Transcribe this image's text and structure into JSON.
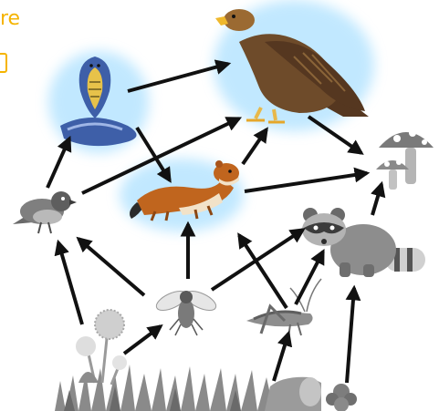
{
  "corner_text": "re",
  "colors": {
    "accent": "#f5b400",
    "arrow": "#111111",
    "glow": "#8fd6ff",
    "grey": "#8d8d8d",
    "grey_dark": "#5f5f5f",
    "grey_light": "#bdbdbd",
    "eagle_brown": "#6e4b2a",
    "stoat_orange": "#c0651e",
    "cobra_blue": "#3e5fa8",
    "cobra_yellow": "#e7c24a"
  },
  "organisms": [
    {
      "id": "eagle",
      "name": "golden eagle",
      "highlighted": true,
      "colored": true
    },
    {
      "id": "cobra",
      "name": "cobra",
      "highlighted": true,
      "colored": true
    },
    {
      "id": "stoat",
      "name": "stoat",
      "highlighted": true,
      "colored": true
    },
    {
      "id": "mushrooms",
      "name": "mushrooms",
      "highlighted": false,
      "colored": false
    },
    {
      "id": "sparrow",
      "name": "sparrow",
      "highlighted": false,
      "colored": false
    },
    {
      "id": "raccoon",
      "name": "raccoon",
      "highlighted": false,
      "colored": false
    },
    {
      "id": "fly",
      "name": "fly",
      "highlighted": false,
      "colored": false
    },
    {
      "id": "grasshopper",
      "name": "grasshopper",
      "highlighted": false,
      "colored": false
    },
    {
      "id": "dandelion",
      "name": "dandelion",
      "highlighted": false,
      "colored": false
    },
    {
      "id": "grass",
      "name": "grass",
      "highlighted": false,
      "colored": false
    },
    {
      "id": "log",
      "name": "log",
      "highlighted": false,
      "colored": false
    },
    {
      "id": "plant",
      "name": "plant",
      "highlighted": false,
      "colored": false
    }
  ],
  "arrows": [
    {
      "from": "cobra",
      "to": "eagle"
    },
    {
      "from": "cobra",
      "to": "stoat"
    },
    {
      "from": "sparrow",
      "to": "cobra"
    },
    {
      "from": "sparrow",
      "to": "eagle"
    },
    {
      "from": "stoat",
      "to": "eagle"
    },
    {
      "from": "eagle",
      "to": "mushrooms"
    },
    {
      "from": "stoat",
      "to": "mushrooms"
    },
    {
      "from": "raccoon",
      "to": "mushrooms"
    },
    {
      "from": "fly",
      "to": "sparrow"
    },
    {
      "from": "fly",
      "to": "stoat"
    },
    {
      "from": "fly",
      "to": "raccoon"
    },
    {
      "from": "grasshopper",
      "to": "stoat"
    },
    {
      "from": "grasshopper",
      "to": "raccoon"
    },
    {
      "from": "dandelion",
      "to": "sparrow"
    },
    {
      "from": "dandelion",
      "to": "fly"
    },
    {
      "from": "grass",
      "to": "grasshopper"
    },
    {
      "from": "plant",
      "to": "raccoon"
    }
  ]
}
